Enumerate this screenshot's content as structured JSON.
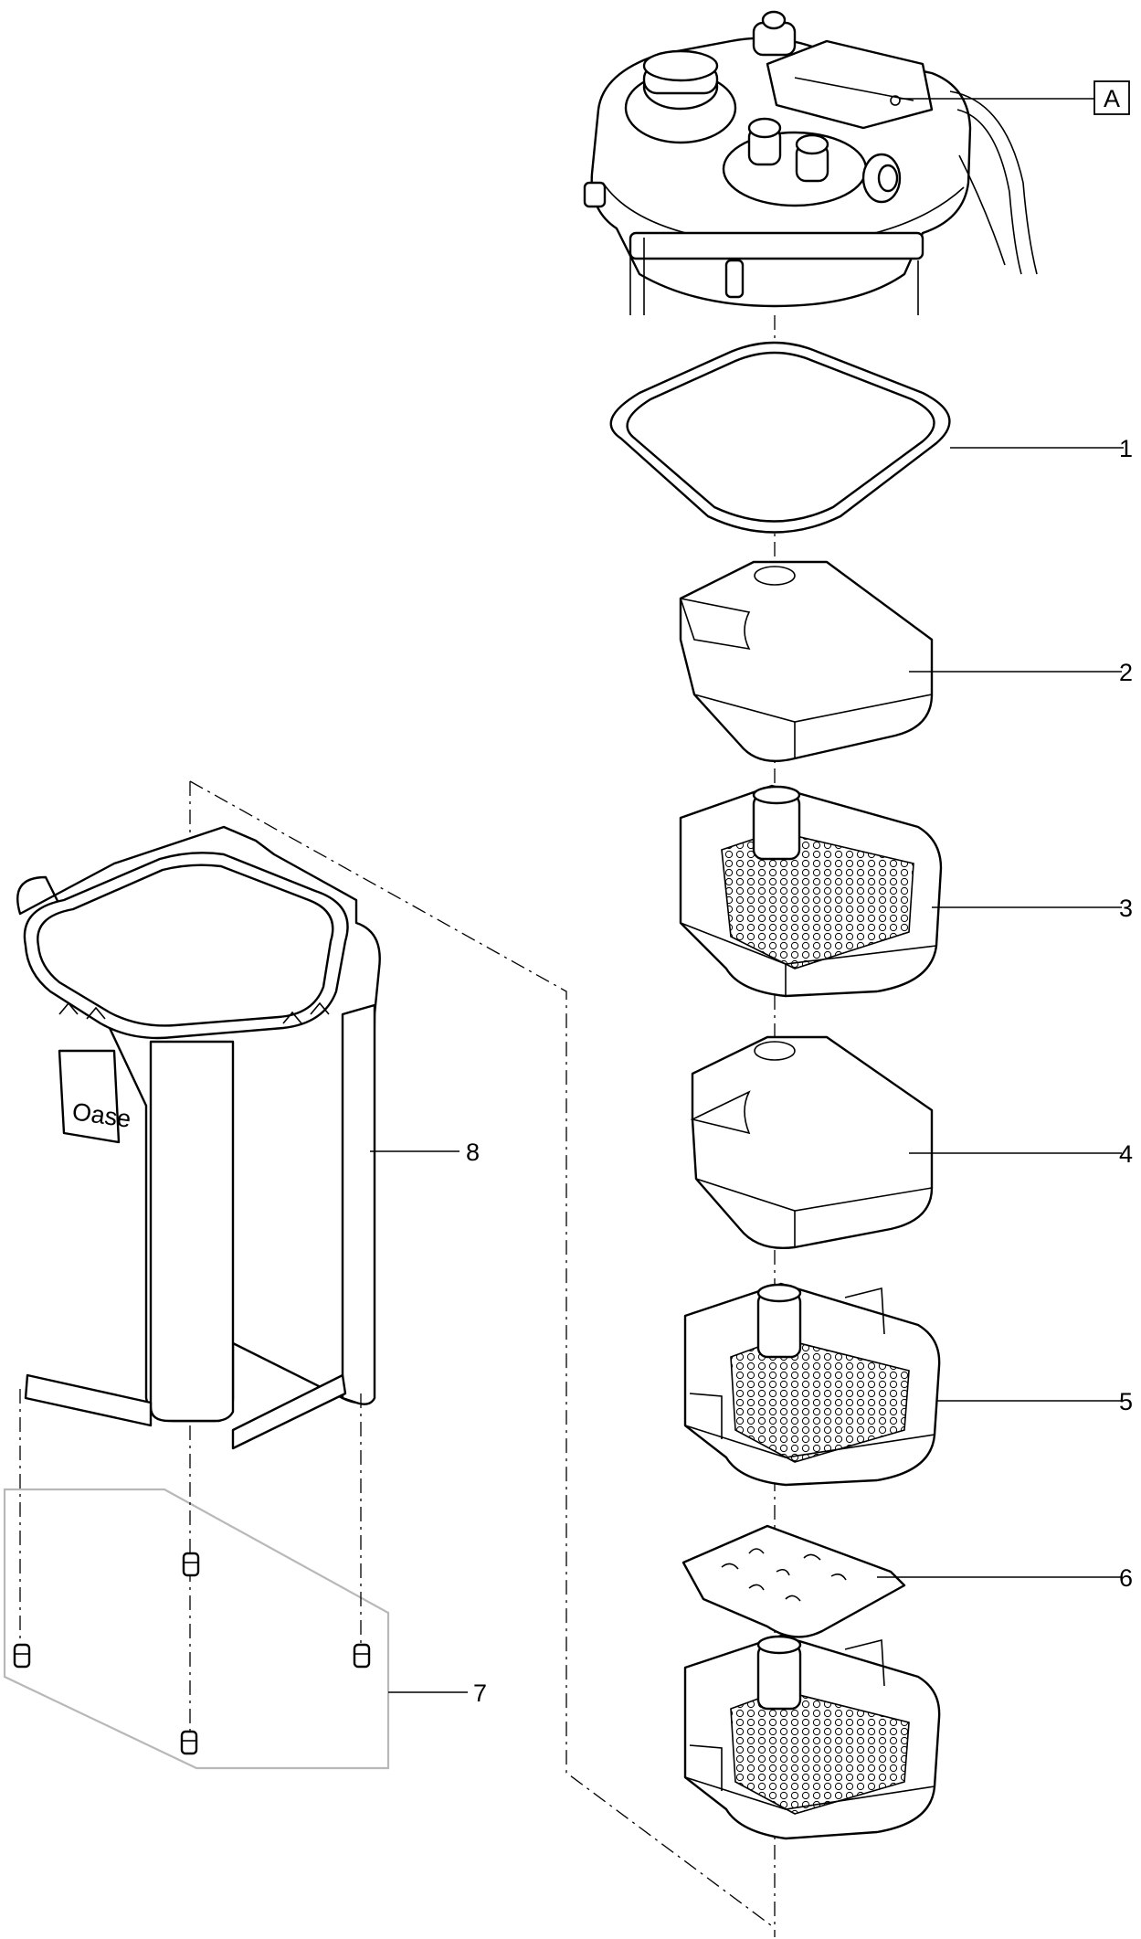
{
  "callouts": [
    {
      "id": "A",
      "text": "A",
      "boxed": true
    },
    {
      "id": "1",
      "text": "1"
    },
    {
      "id": "2",
      "text": "2"
    },
    {
      "id": "3",
      "text": "3"
    },
    {
      "id": "4",
      "text": "4"
    },
    {
      "id": "5",
      "text": "5"
    },
    {
      "id": "6",
      "text": "6"
    },
    {
      "id": "7",
      "text": "7"
    },
    {
      "id": "8",
      "text": "8"
    }
  ],
  "housing": {
    "logo_text": "Oase"
  },
  "colors": {
    "line": "#000000",
    "foot_group_outline": "#b8b8b8",
    "background": "#ffffff"
  }
}
